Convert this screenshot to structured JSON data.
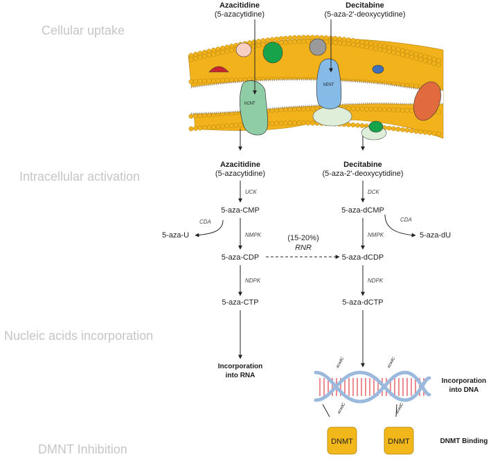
{
  "stages": {
    "uptake": "Cellular uptake",
    "activation": "Intracellular activation",
    "incorporation": "Nucleic acids incorporation",
    "inhibition": "DMNT Inhibition"
  },
  "azacitidine": {
    "name": "Azacitidine",
    "alias": "(5-azacytidine)",
    "transporter": "hCNT",
    "enzymes": {
      "uck": "UCK",
      "cda": "CDA",
      "nmpk": "NMPK",
      "ndpk": "NDPK"
    },
    "metabolites": {
      "cmp": "5-aza-CMP",
      "u": "5-aza-U",
      "cdp": "5-aza-CDP",
      "ctp": "5-aza-CTP"
    },
    "incorporation_line1": "Incorporation",
    "incorporation_line2": "into RNA"
  },
  "decitabine": {
    "name": "Decitabine",
    "alias": "(5-aza-2'-deoxycytidine)",
    "transporter": "hENT",
    "enzymes": {
      "dck": "DCK",
      "cda": "CDA",
      "nmpk": "NMPK",
      "ndpk": "NDPK"
    },
    "metabolites": {
      "dcmp": "5-aza-dCMP",
      "du": "5-aza-dU",
      "dcdp": "5-aza-dCDP",
      "dctp": "5-aza-dCTP"
    },
    "incorporation_line1": "Incorporation",
    "incorporation_line2": "into DNA"
  },
  "rnr": {
    "percent": "(15-20%)",
    "label": "RNR"
  },
  "dna": {
    "label1": "azadC",
    "label2": "azadC",
    "label3": "azadC",
    "label4": "azadC"
  },
  "dnmt": {
    "box1": "DNMT",
    "box2": "DNMT",
    "binding": "DNMT Binding"
  },
  "colors": {
    "lipid": "#f2b21c",
    "lipid_edge": "#b07e06",
    "hcnt": "#8fcda6",
    "hent": "#86bbe8",
    "dnmt": "#f2b71b",
    "dna_strand": "#9ab9dc",
    "dna_rung": "#e05b61",
    "stage_text": "#c6c6c6"
  }
}
